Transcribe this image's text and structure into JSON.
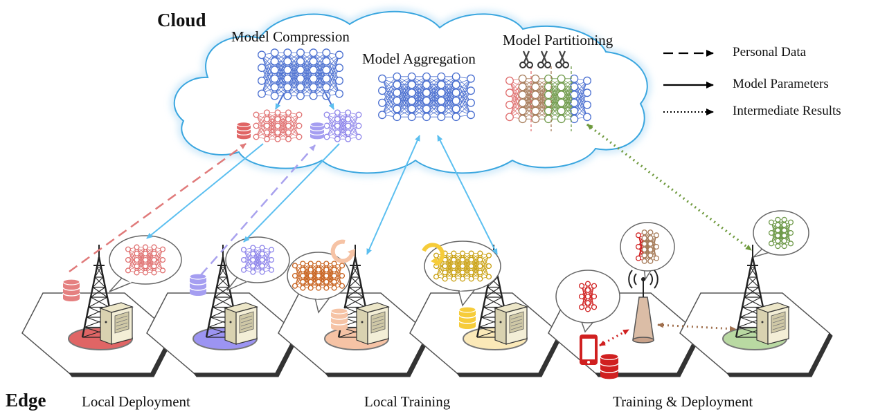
{
  "labels": {
    "cloud": "Cloud",
    "edge": "Edge",
    "model_compression": "Model Compression",
    "model_aggregation": "Model Aggregation",
    "model_partitioning": "Model Partitioning",
    "local_deployment": "Local Deployment",
    "local_training": "Local Training",
    "training_deployment": "Training & Deployment"
  },
  "legend": {
    "personal_data": "Personal Data",
    "model_parameters": "Model Parameters",
    "intermediate_results": "Intermediate Results"
  },
  "icons": [
    "cloud-icon",
    "neural-network-icon",
    "database-icon",
    "scissors-icon",
    "cell-tower-icon",
    "server-icon",
    "smartphone-icon",
    "antenna-icon",
    "refresh-icon",
    "speech-bubble-icon",
    "hexagon-cell-icon"
  ],
  "colors": {
    "cloud_outline": "#3aa6df",
    "nn_blue": "#4a6fd0",
    "nn_red": "#e07070",
    "nn_purple": "#8d84ea",
    "nn_orange": "#c8621e",
    "nn_yellow": "#c9a010",
    "nn_brown": "#a67c5a",
    "nn_green": "#6f9a4a",
    "arrow_blue": "#5bbff0",
    "dashed_red": "#e07a7a",
    "dashed_purple": "#a9a2ee",
    "dotted_green": "#6f9a3e",
    "dotted_brown": "#a0704e",
    "dotted_red": "#d02020"
  }
}
